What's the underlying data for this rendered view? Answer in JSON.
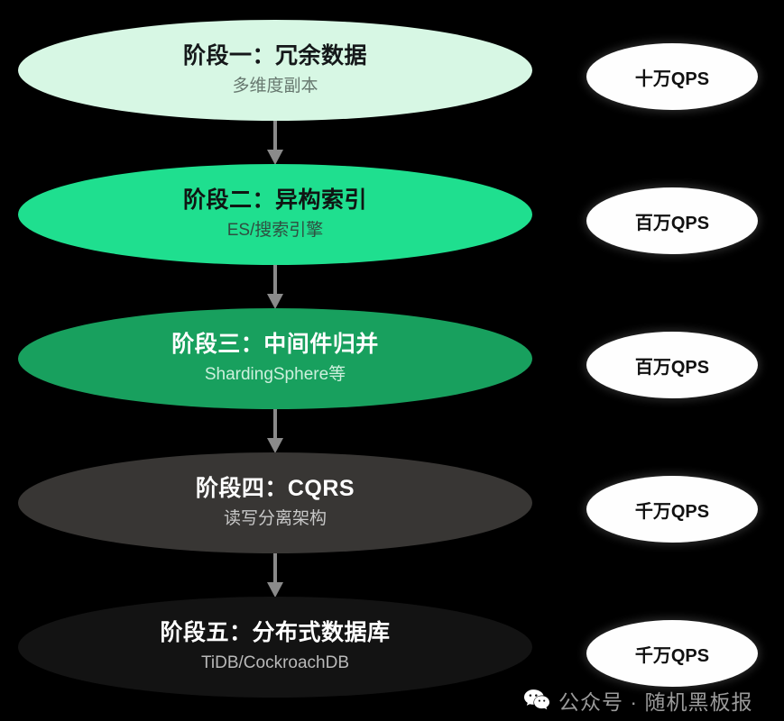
{
  "background_color": "#000000",
  "diagram": {
    "type": "vertical-flow",
    "stages": [
      {
        "title": "阶段一：冗余数据",
        "subtitle": "多维度副本",
        "fill": "#d7f7e4",
        "title_color": "#15181a",
        "subtitle_color": "#67786f",
        "qps": "十万QPS"
      },
      {
        "title": "阶段二：异构索引",
        "subtitle": "ES/搜索引擎",
        "fill": "#1fdf8f",
        "title_color": "#101513",
        "subtitle_color": "#2f4f41",
        "qps": "百万QPS"
      },
      {
        "title": "阶段三：中间件归并",
        "subtitle": "ShardingSphere等",
        "fill": "#18a05e",
        "title_color": "#ffffff",
        "subtitle_color": "#cdf0dd",
        "qps": "百万QPS"
      },
      {
        "title": "阶段四：CQRS",
        "subtitle": "读写分离架构",
        "fill": "#383634",
        "title_color": "#ffffff",
        "subtitle_color": "#c8c8c8",
        "qps": "千万QPS"
      },
      {
        "title": "阶段五：分布式数据库",
        "subtitle": "TiDB/CockroachDB",
        "fill": "#131313",
        "title_color": "#ffffff",
        "subtitle_color": "#b9b9b9",
        "qps": "千万QPS"
      }
    ],
    "connector": {
      "icon": "arrow-down-icon",
      "color": "#8a8a8a",
      "count": 4
    },
    "badge_style": {
      "fill": "#fefefe",
      "text_color": "#111111"
    }
  },
  "watermark": {
    "icon": "wechat-icon",
    "text": "公众号 · 随机黑板报",
    "color": "#9a9a9a"
  }
}
